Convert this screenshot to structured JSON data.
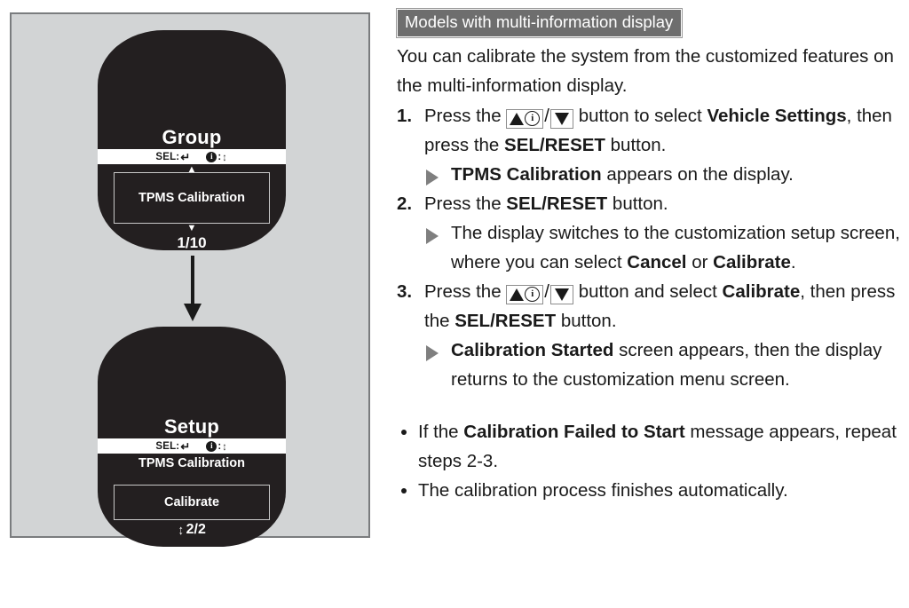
{
  "illustration": {
    "displays": [
      {
        "id": "group",
        "title": "Group",
        "status_sel_label": "SEL:",
        "status_enter_glyph": "↵",
        "status_info_glyph": "i",
        "status_colon": ":",
        "status_updown_glyph": "↕",
        "caret_up": "▲",
        "caret_down": "▼",
        "selected_item": "TPMS Calibration",
        "page_count": "1/10"
      },
      {
        "id": "setup",
        "title": "Setup",
        "status_sel_label": "SEL:",
        "status_enter_glyph": "↵",
        "status_info_glyph": "i",
        "status_colon": ":",
        "status_updown_glyph": "↕",
        "heading_item": "TPMS Calibration",
        "selected_item": "Calibrate",
        "page_updown_glyph": "↕",
        "page_count": "2/2"
      }
    ],
    "flow_arrow": "down-arrow"
  },
  "content": {
    "section_badge": "Models with multi-information display",
    "intro": "You can calibrate the system from the customized features on the multi-information display.",
    "steps": [
      {
        "number": "1.",
        "text_a": "Press the ",
        "text_b": " button to select ",
        "bold_b": "Vehicle Settings",
        "text_c": ", then press the ",
        "bold_c": "SEL/RESET",
        "text_d": " button.",
        "sub": {
          "bold_a": "TPMS Calibration",
          "text_a": " appears on the display."
        }
      },
      {
        "number": "2.",
        "text_a": "Press the ",
        "bold_a": "SEL/RESET",
        "text_b": " button.",
        "sub": {
          "text_a": "The display switches to the customization setup screen, where you can select ",
          "bold_a": "Cancel",
          "text_b": " or ",
          "bold_b": "Calibrate",
          "text_c": "."
        }
      },
      {
        "number": "3.",
        "text_a": "Press the ",
        "text_b": " button and select ",
        "bold_b": "Calibrate",
        "text_c": ", then press the ",
        "bold_c": "SEL/RESET",
        "text_d": " button.",
        "sub": {
          "bold_a": "Calibration Started",
          "text_a": " screen appears, then the display returns to the customization menu screen."
        }
      }
    ],
    "notes": [
      {
        "text_a": "If the ",
        "bold_a": "Calibration Failed to Start",
        "text_b": " message appears, repeat steps 2-3."
      },
      {
        "text_a": "The calibration process finishes automatically."
      }
    ],
    "button_glyphs": {
      "up_label": "up-info-button",
      "down_label": "down-button",
      "slash": "/",
      "info_letter": "i"
    }
  },
  "colors": {
    "panel_bg": "#d2d4d5",
    "panel_border": "#7a7c7e",
    "display_bg": "#231f20",
    "badge_bg": "#6e6e6e",
    "triangle_marker": "#7f7f7f",
    "text": "#1a1a1a"
  }
}
